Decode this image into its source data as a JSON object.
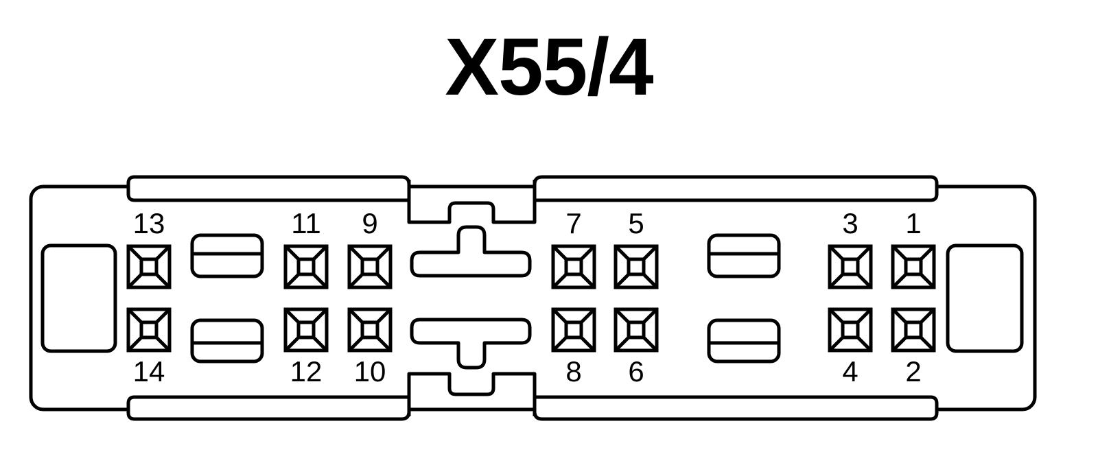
{
  "title": "X55/4",
  "pins_top": [
    {
      "number": "13"
    },
    {
      "number": "11"
    },
    {
      "number": "9"
    },
    {
      "number": "7"
    },
    {
      "number": "5"
    },
    {
      "number": "3"
    },
    {
      "number": "1"
    }
  ],
  "pins_bottom": [
    {
      "number": "14"
    },
    {
      "number": "12"
    },
    {
      "number": "10"
    },
    {
      "number": "8"
    },
    {
      "number": "6"
    },
    {
      "number": "4"
    },
    {
      "number": "2"
    }
  ],
  "colors": {
    "stroke": "#000000",
    "background": "#ffffff"
  }
}
